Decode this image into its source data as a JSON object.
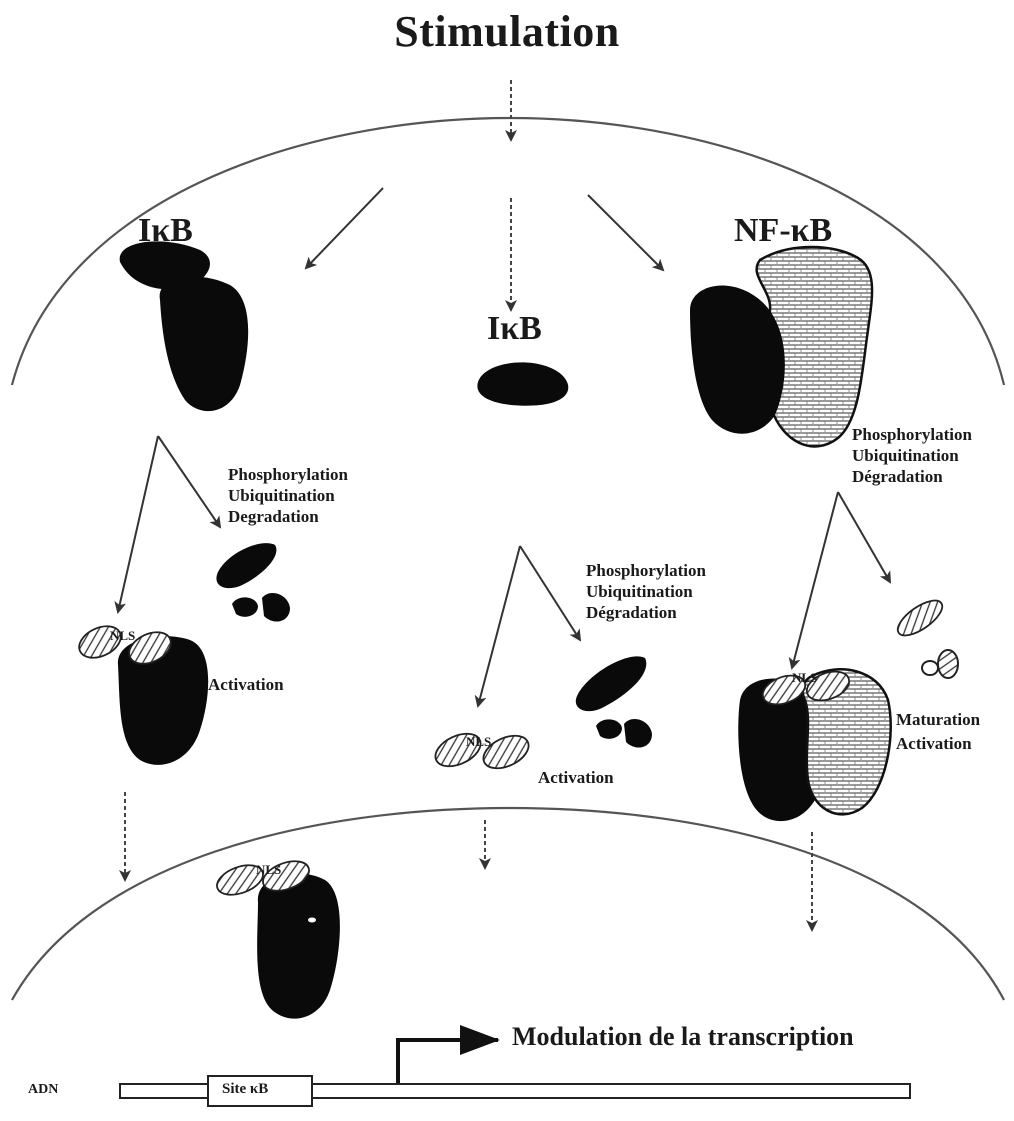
{
  "title": "Stimulation",
  "molecules": {
    "ikb_left": "IκB",
    "ikb_center": "IκB",
    "nfkb_right": "NF-κB"
  },
  "processes": {
    "left": [
      "Phosphorylation",
      "Ubiquitination",
      "Degradation"
    ],
    "center": [
      "Phosphorylation",
      "Ubiquitination",
      "Dégradation"
    ],
    "right": [
      "Phosphorylation",
      "Ubiquitination",
      "Dégradation"
    ]
  },
  "nls": {
    "left": "NLS",
    "center": "NLS",
    "right": "NLS",
    "nucleus": "NLS"
  },
  "outcomes": {
    "left": "Activation",
    "center": "Activation",
    "right_1": "Maturation",
    "right_2": "Activation"
  },
  "nucleus": {
    "transcription": "Modulation de la transcription",
    "dna_label": "ADN",
    "site_label": "Site κB"
  },
  "colors": {
    "protein_dark": "#0a0a0a",
    "membrane": "#555555",
    "arrow": "#333333",
    "hatch": "#333333"
  }
}
